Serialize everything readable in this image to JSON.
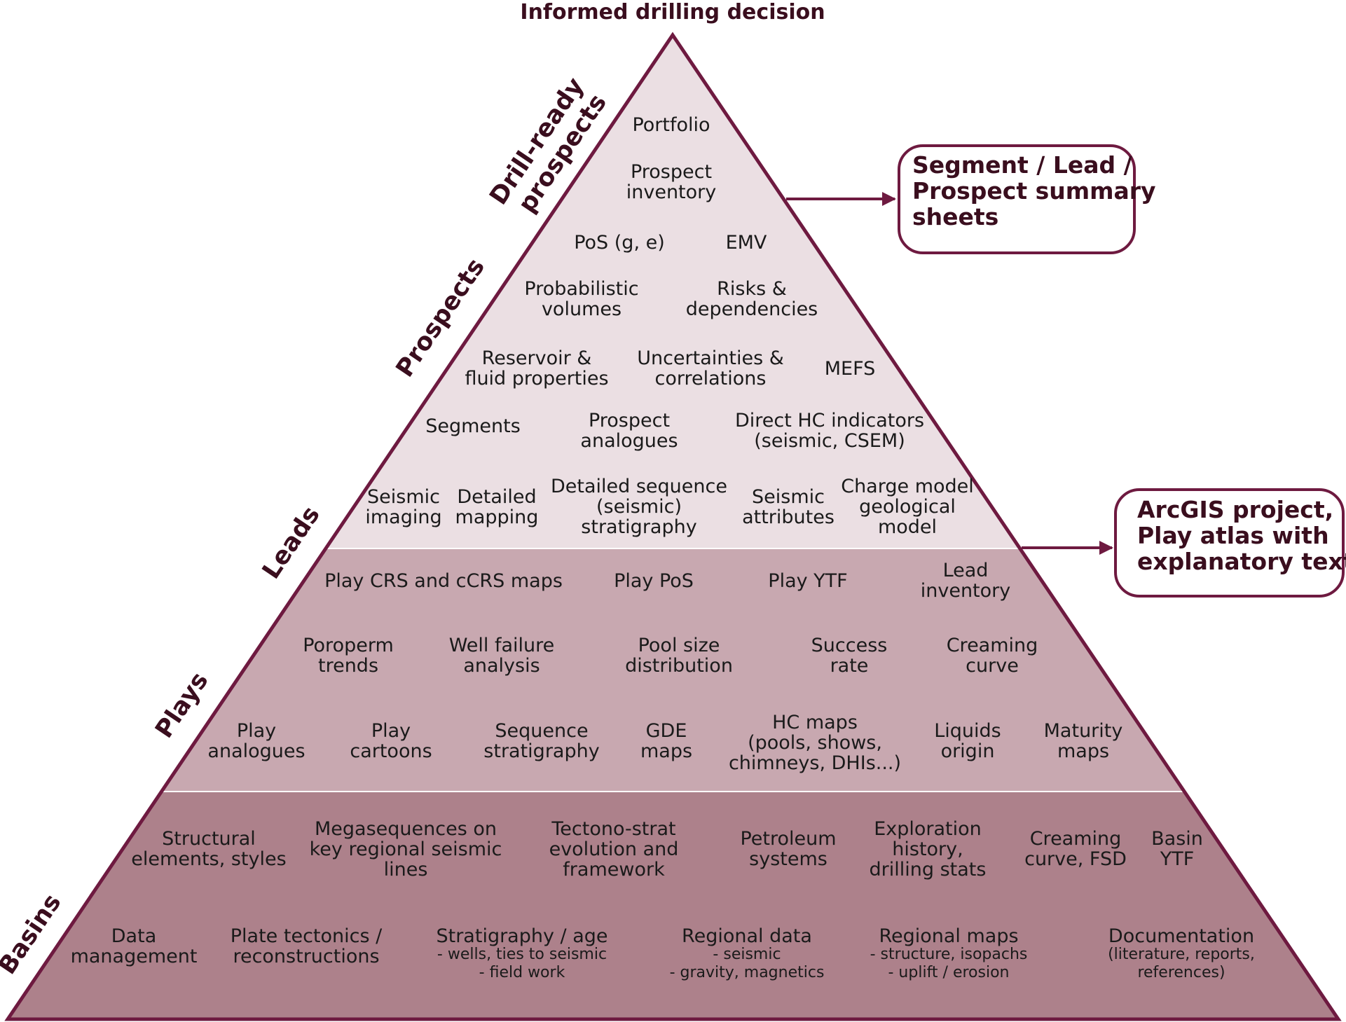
{
  "title": "Informed drilling decision",
  "colors": {
    "outline": "#6e1a40",
    "band_top": "#ebdfe3",
    "band_mid": "#c8a8b0",
    "band_bottom": "#ad818b",
    "text_dark": "#3a0e1e"
  },
  "layer_labels": {
    "drill_ready": [
      "Drill-ready",
      "prospects"
    ],
    "prospects": "Prospects",
    "leads": "Leads",
    "plays": "Plays",
    "basins": "Basins"
  },
  "output_boxes": {
    "summary_sheets": [
      "Segment / Lead /",
      "Prospect summary",
      "sheets"
    ],
    "arcgis": [
      "ArcGIS project,",
      "Play atlas with",
      "explanatory text"
    ]
  },
  "top_items": {
    "portfolio": [
      "Portfolio"
    ],
    "prospect_inventory": [
      "Prospect",
      "inventory"
    ],
    "pos_ge": [
      "PoS (g, e)"
    ],
    "emv": [
      "EMV"
    ],
    "probabilistic_volumes": [
      "Probabilistic",
      "volumes"
    ],
    "risks_dependencies": [
      "Risks &",
      "dependencies"
    ],
    "reservoir_fluid": [
      "Reservoir &",
      "fluid properties"
    ],
    "uncertainties": [
      "Uncertainties &",
      "correlations"
    ],
    "mefs": [
      "MEFS"
    ],
    "segments": [
      "Segments"
    ],
    "prospect_analogues": [
      "Prospect",
      "analogues"
    ],
    "direct_hc": [
      "Direct HC indicators",
      "(seismic, CSEM)"
    ],
    "seismic_imaging": [
      "Seismic",
      "imaging"
    ],
    "detailed_mapping": [
      "Detailed",
      "mapping"
    ],
    "detailed_sequence": [
      "Detailed sequence",
      "(seismic)",
      "stratigraphy"
    ],
    "seismic_attributes": [
      "Seismic",
      "attributes"
    ],
    "charge_model": [
      "Charge model",
      "geological",
      "model"
    ]
  },
  "play_items": {
    "play_crs": [
      "Play CRS and cCRS maps"
    ],
    "play_pos": [
      "Play PoS"
    ],
    "play_ytf": [
      "Play YTF"
    ],
    "lead_inventory": [
      "Lead",
      "inventory"
    ],
    "poroperm": [
      "Poroperm",
      "trends"
    ],
    "well_failure": [
      "Well failure",
      "analysis"
    ],
    "pool_size": [
      "Pool size",
      "distribution"
    ],
    "success_rate": [
      "Success",
      "rate"
    ],
    "creaming_curve": [
      "Creaming",
      "curve"
    ],
    "play_analogues": [
      "Play",
      "analogues"
    ],
    "play_cartoons": [
      "Play",
      "cartoons"
    ],
    "sequence_strat": [
      "Sequence",
      "stratigraphy"
    ],
    "gde_maps": [
      "GDE",
      "maps"
    ],
    "hc_maps": [
      "HC maps",
      "(pools, shows,",
      "chimneys, DHIs...)"
    ],
    "liquids_origin": [
      "Liquids",
      "origin"
    ],
    "maturity_maps": [
      "Maturity",
      "maps"
    ]
  },
  "basin_items": {
    "structural": [
      "Structural",
      "elements, styles"
    ],
    "megasequences": [
      "Megasequences on",
      "key regional seismic",
      "lines"
    ],
    "tectono_strat": [
      "Tectono-strat",
      "evolution and",
      "framework"
    ],
    "petroleum_systems": [
      "Petroleum",
      "systems"
    ],
    "exploration_history": [
      "Exploration",
      "history,",
      "drilling stats"
    ],
    "creaming_fsd": [
      "Creaming",
      "curve, FSD"
    ],
    "basin_ytf": [
      "Basin",
      "YTF"
    ],
    "data_management": [
      "Data",
      "management"
    ],
    "plate_tectonics": [
      "Plate tectonics /",
      "reconstructions"
    ],
    "stratigraphy_age": {
      "heading": "Stratigraphy / age",
      "sub": [
        "- wells, ties to seismic",
        "- field work"
      ]
    },
    "regional_data": {
      "heading": "Regional data",
      "sub": [
        "- seismic",
        "- gravity, magnetics"
      ]
    },
    "regional_maps": {
      "heading": "Regional maps",
      "sub": [
        "- structure, isopachs",
        "- uplift / erosion"
      ]
    },
    "documentation": {
      "heading": "Documentation",
      "sub": [
        "(literature, reports,",
        "references)"
      ]
    }
  }
}
